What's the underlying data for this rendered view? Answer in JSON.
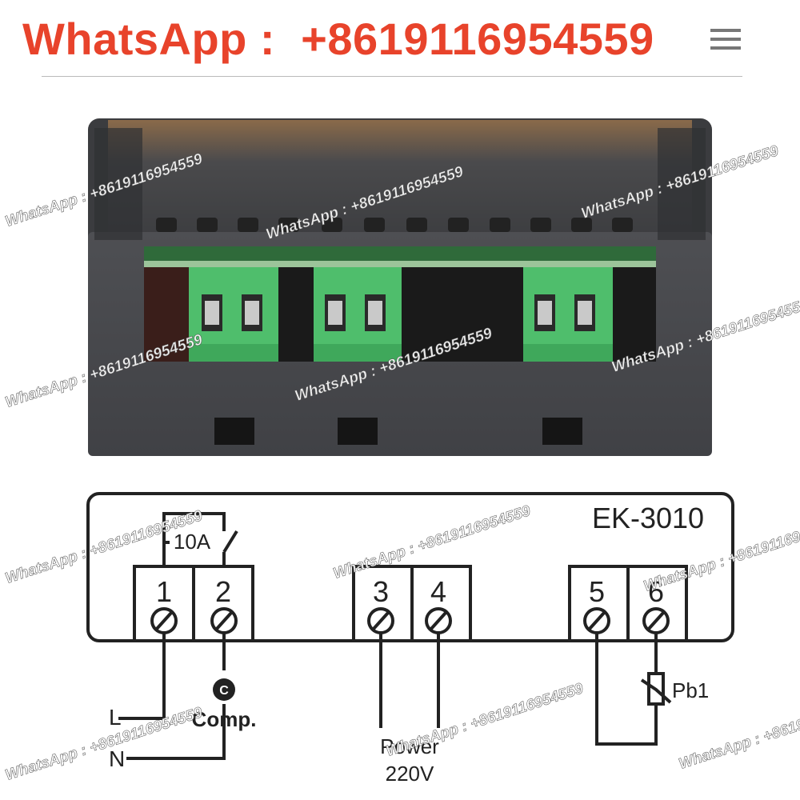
{
  "header": {
    "title": "WhatsApp :  +8619116954559",
    "menu_icon": "hamburger-menu-icon",
    "accent_color": "#e8432b"
  },
  "diagram": {
    "model": "EK-3010",
    "relay_label": "10A",
    "terminals": [
      "1",
      "2",
      "3",
      "4",
      "5",
      "6"
    ],
    "compressor_label": "Comp.",
    "line_label": "L",
    "neutral_label": "N",
    "power_label": "Power",
    "voltage_label": "220V",
    "probe_label": "Pb1"
  },
  "watermark": {
    "text": "WhatsApp : +8619116954559"
  }
}
